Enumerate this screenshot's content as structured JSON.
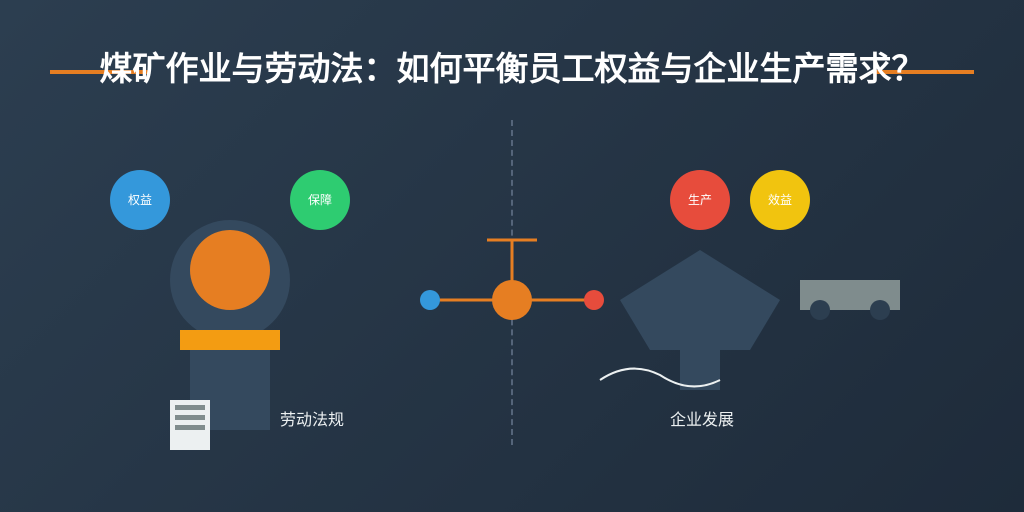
{
  "title": "煤矿作业与劳动法：如何平衡员工权益与企业生产需求？",
  "left": {
    "badges": [
      {
        "label": "权益",
        "color": "#3498db"
      },
      {
        "label": "保障",
        "color": "#2ecc71"
      }
    ],
    "caption": "劳动法规"
  },
  "right": {
    "badges": [
      {
        "label": "生产",
        "color": "#e74c3c"
      },
      {
        "label": "效益",
        "color": "#f1c40f"
      }
    ],
    "caption": "企业发展"
  },
  "colors": {
    "accent": "#e67e22",
    "worker_body": "#34495e",
    "helmet_band": "#f39c12",
    "cart": "#7f8c8d",
    "scale_left": "#3498db",
    "scale_right": "#e74c3c"
  }
}
